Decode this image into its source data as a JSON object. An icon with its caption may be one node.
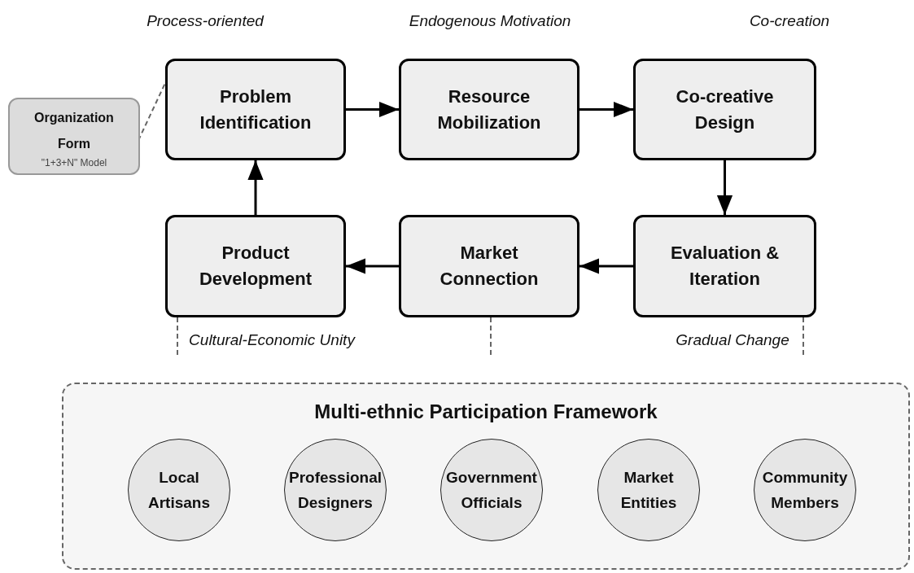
{
  "diagram": {
    "nodes": [
      {
        "text": [
          "Problem Identification"
        ]
      },
      {
        "text": [
          "Resource Mobilization"
        ]
      },
      {
        "text": [
          "Co-creative Design"
        ]
      },
      {
        "text": [
          "Product Development"
        ]
      },
      {
        "text": [
          "Market Connection"
        ]
      },
      {
        "text": [
          "Evaluation & Iteration"
        ]
      },
      {
        "text": [
          "Organization Form",
          "\"1+3+N\" Model"
        ]
      },
      {
        "text": [
          "Multi-ethnic Participation Framework"
        ]
      },
      {
        "text": [
          "Local Artisans"
        ],
        "in": 7
      },
      {
        "text": [
          "Professional Designers"
        ],
        "in": 7
      },
      {
        "text": [
          "Government Officials"
        ],
        "in": 7
      },
      {
        "text": [
          "Market Entities"
        ],
        "in": 7
      },
      {
        "text": [
          "Community Members"
        ],
        "in": 7
      }
    ],
    "edges": [
      {
        "from": 0,
        "to": 1,
        "arrow": "to"
      },
      {
        "from": 1,
        "to": 2,
        "arrow": "to"
      },
      {
        "from": 2,
        "to": 5,
        "arrow": "to"
      },
      {
        "from": 5,
        "to": 4,
        "arrow": "to"
      },
      {
        "from": 4,
        "to": 3,
        "arrow": "to"
      },
      {
        "from": 3,
        "to": 0,
        "arrow": "to"
      },
      {
        "from": 6,
        "to": 0,
        "arrow": "none",
        "style": "dashed",
        "color": "#666666"
      },
      {
        "from": 3,
        "to": null,
        "arrow": "none",
        "style": "dashed",
        "color": "#666666"
      },
      {
        "from": 4,
        "to": null,
        "arrow": "none",
        "style": "dashed",
        "color": "#666666"
      },
      {
        "from": 5,
        "to": null,
        "arrow": "none",
        "style": "dashed",
        "color": "#666666"
      }
    ],
    "labels": [
      "Process-oriented",
      "Endogenous Motivation",
      "Co-creation",
      "Cultural-Economic Unity",
      "Gradual Change"
    ]
  }
}
